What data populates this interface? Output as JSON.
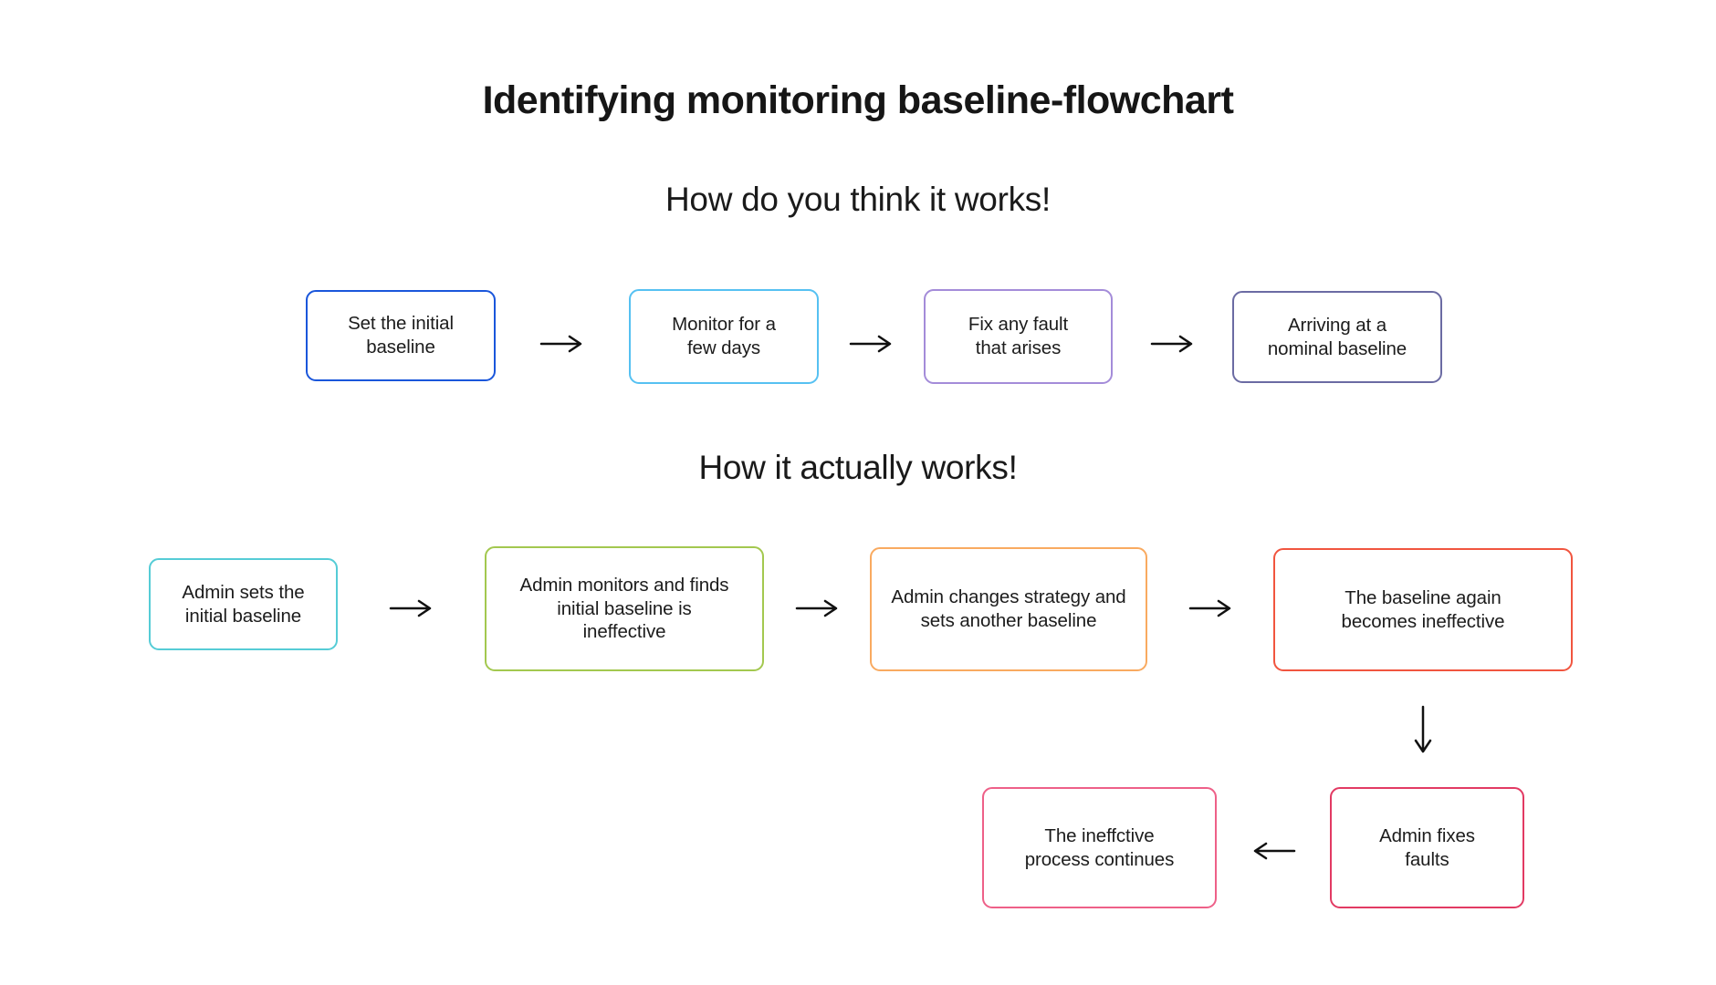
{
  "page": {
    "title": "Identifying monitoring baseline-flowchart"
  },
  "colors": {
    "background": "#ffffff",
    "text": "#1c1c1c",
    "arrow": "#111111"
  },
  "sections": [
    {
      "heading": "How do you think it works!",
      "nodes": [
        {
          "label": "Set the initial\nbaseline",
          "border_color": "#1a56db"
        },
        {
          "label": "Monitor for a\nfew days",
          "border_color": "#56c1f2"
        },
        {
          "label": "Fix any fault\nthat arises",
          "border_color": "#a48cd9"
        },
        {
          "label": "Arriving at a\nnominal baseline",
          "border_color": "#6b6ba3"
        }
      ]
    },
    {
      "heading": "How it actually works!",
      "nodes": [
        {
          "label": "Admin sets the\ninitial baseline",
          "border_color": "#55ccd6"
        },
        {
          "label": "Admin monitors and finds\ninitial baseline is\nineffective",
          "border_color": "#a3c84f"
        },
        {
          "label": "Admin changes strategy and\nsets another baseline",
          "border_color": "#f9aa60"
        },
        {
          "label": "The baseline again\nbecomes ineffective",
          "border_color": "#f1553f"
        },
        {
          "label": "Admin fixes\nfaults",
          "border_color": "#e23a63"
        },
        {
          "label": "The ineffctive\nprocess continues",
          "border_color": "#ee6088"
        }
      ]
    }
  ]
}
